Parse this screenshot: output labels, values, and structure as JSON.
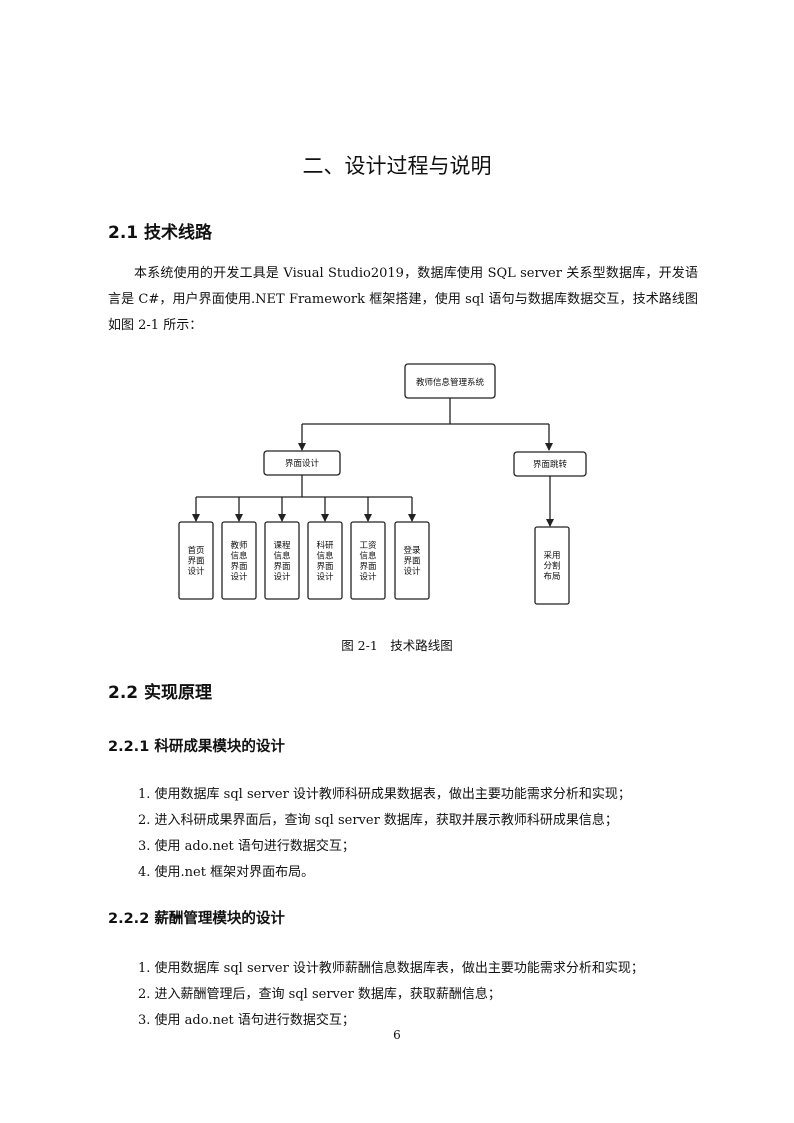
{
  "chapter_title": "二、设计过程与说明",
  "section_2_1": {
    "heading": "2.1 技术线路",
    "paragraph": "本系统使用的开发工具是 Visual Studio2019，数据库使用 SQL server 关系型数据库，开发语言是 C#，用户界面使用.NET Framework 框架搭建，使用 sql 语句与数据库数据交互，技术路线图如图 2-1 所示："
  },
  "figure": {
    "root": "教师信息管理系统",
    "branch_left": "界面设计",
    "branch_right": "界面跳转",
    "left_children": [
      [
        "首页",
        "界面",
        "设计"
      ],
      [
        "教师",
        "信息",
        "界面",
        "设计"
      ],
      [
        "课程",
        "信息",
        "界面",
        "设计"
      ],
      [
        "科研",
        "信息",
        "界面",
        "设计"
      ],
      [
        "工资",
        "信息",
        "界面",
        "设计"
      ],
      [
        "登录",
        "界面",
        "设计"
      ]
    ],
    "right_child": [
      "采用",
      "分割",
      "布局"
    ],
    "caption": "图 2-1　技术路线图"
  },
  "section_2_2": {
    "heading": "2.2 实现原理",
    "sub1": {
      "heading": "2.2.1 科研成果模块的设计",
      "items": [
        "1. 使用数据库 sql server 设计教师科研成果数据表，做出主要功能需求分析和实现；",
        "2. 进入科研成果界面后，查询 sql server 数据库，获取并展示教师科研成果信息；",
        "3. 使用 ado.net 语句进行数据交互；",
        "4. 使用.net 框架对界面布局。"
      ]
    },
    "sub2": {
      "heading": "2.2.2 薪酬管理模块的设计",
      "items": [
        "1. 使用数据库 sql server 设计教师薪酬信息数据库表，做出主要功能需求分析和实现；",
        "2. 进入薪酬管理后，查询 sql server 数据库，获取薪酬信息；",
        "3. 使用 ado.net 语句进行数据交互；"
      ]
    }
  },
  "page_number": "6"
}
